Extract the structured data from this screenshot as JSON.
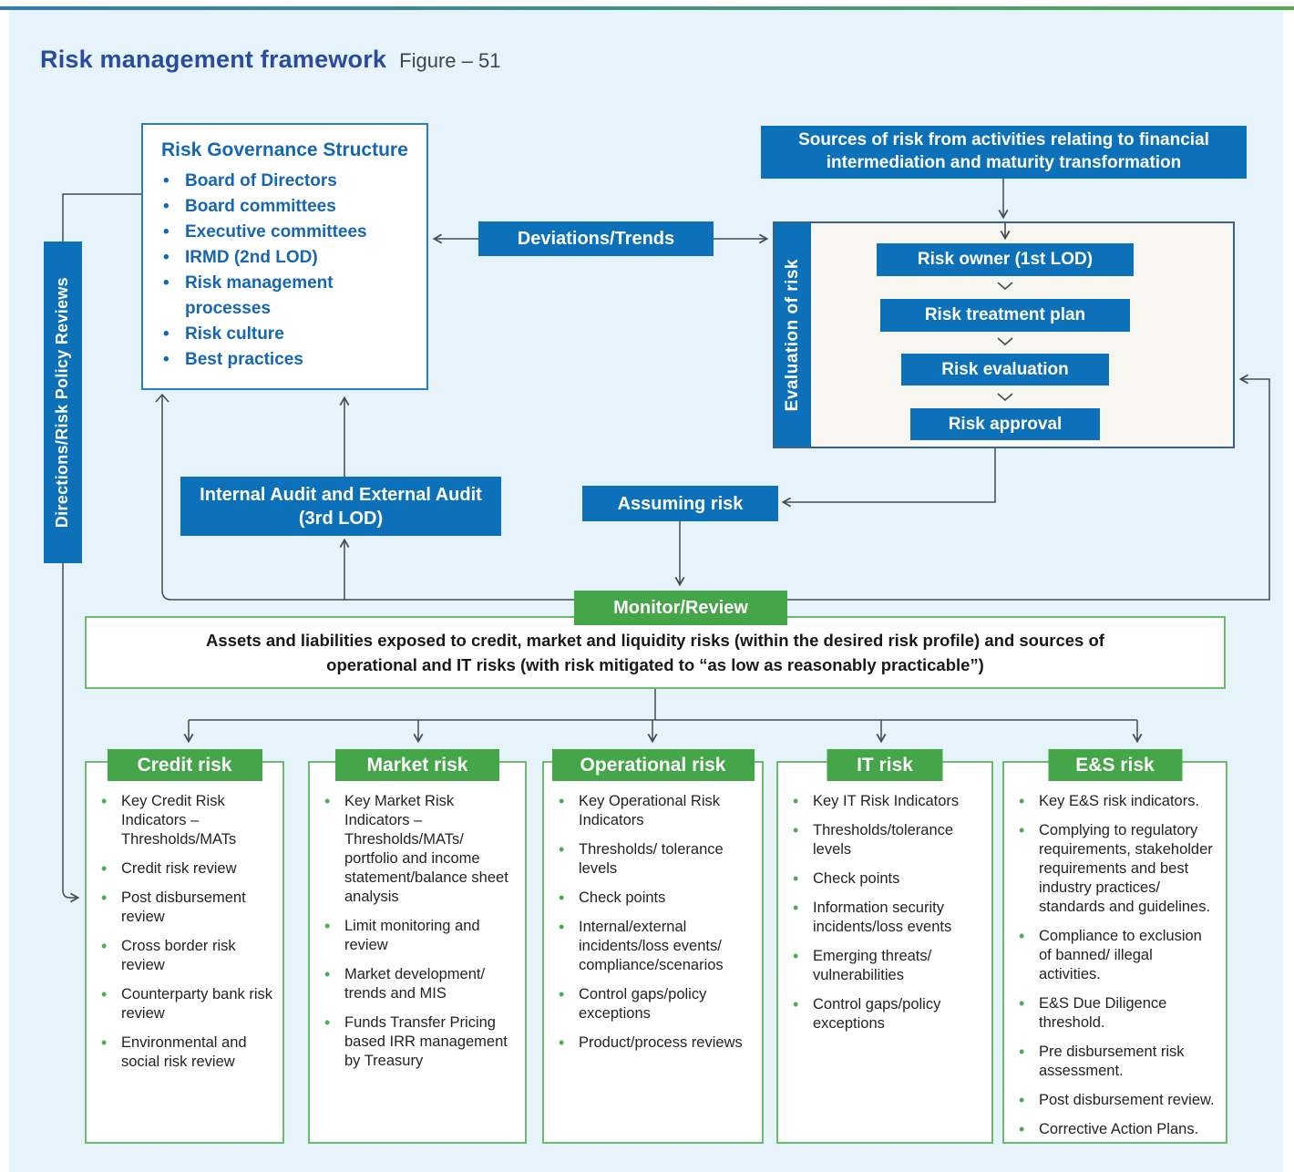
{
  "page": {
    "title": "Risk management framework",
    "figure_label": "Figure – 51"
  },
  "colors": {
    "box_blue": "#0c71b8",
    "box_green": "#45a549",
    "border_green": "#6cbc6e",
    "governance_text_blue": "#1766b1",
    "title_navy": "#2a4b9e",
    "connector_gray": "#3f4b55",
    "canvas_background": "#e7f3fa"
  },
  "left_bar": {
    "label": "Directions/Risk Policy Reviews"
  },
  "governance": {
    "title": "Risk Governance Structure",
    "items": [
      "Board of Directors",
      "Board committees",
      "Executive committees",
      "IRMD (2nd LOD)",
      "Risk management processes",
      "Risk culture",
      "Best practices"
    ]
  },
  "sources_box": {
    "label": "Sources of risk from activities relating to financial intermediation and maturity transformation"
  },
  "deviations_box": {
    "label": "Deviations/Trends"
  },
  "evaluation": {
    "side_label": "Evaluation of risk",
    "steps": [
      "Risk owner (1st LOD)",
      "Risk treatment plan",
      "Risk evaluation",
      "Risk approval"
    ]
  },
  "internal_audit_box": {
    "label": "Internal Audit and External Audit (3rd LOD)"
  },
  "assuming_box": {
    "label": "Assuming risk"
  },
  "monitor_box": {
    "label": "Monitor/Review"
  },
  "exposure_box": {
    "line1": "Assets and liabilities exposed to credit, market and liquidity risks (within the desired risk profile) and sources of",
    "line2": "operational and IT risks (with risk mitigated to “as low as reasonably practicable”)"
  },
  "columns": [
    {
      "header": "Credit risk",
      "items": [
        "Key Credit Risk Indicators – Thresholds/MATs",
        "Credit risk review",
        "Post disbursement review",
        "Cross border risk review",
        "Counterparty bank risk review",
        "Environmental and social risk review"
      ]
    },
    {
      "header": "Market risk",
      "items": [
        "Key Market Risk Indicators – Thresholds/MATs/ portfolio and income statement/balance sheet analysis",
        "Limit monitoring and review",
        "Market development/ trends and MIS",
        "Funds Transfer Pricing based IRR management by Treasury"
      ]
    },
    {
      "header": "Operational risk",
      "items": [
        "Key Operational Risk Indicators",
        "Thresholds/ tolerance levels",
        "Check points",
        "Internal/external incidents/loss events/ compliance/scenarios",
        "Control gaps/policy exceptions",
        "Product/process reviews"
      ]
    },
    {
      "header": "IT risk",
      "items": [
        "Key IT Risk Indicators",
        "Thresholds/tolerance levels",
        "Check points",
        "Information security incidents/loss events",
        "Emerging threats/ vulnerabilities",
        "Control gaps/policy exceptions"
      ]
    },
    {
      "header": "E&S risk",
      "items": [
        "Key E&S risk indicators.",
        "Complying to regulatory requirements, stakeholder requirements and best industry practices/ standards and guidelines.",
        "Compliance to exclusion of banned/ illegal activities.",
        "E&S Due Diligence threshold.",
        "Pre disbursement risk assessment.",
        "Post disbursement review.",
        "Corrective Action Plans."
      ]
    }
  ]
}
